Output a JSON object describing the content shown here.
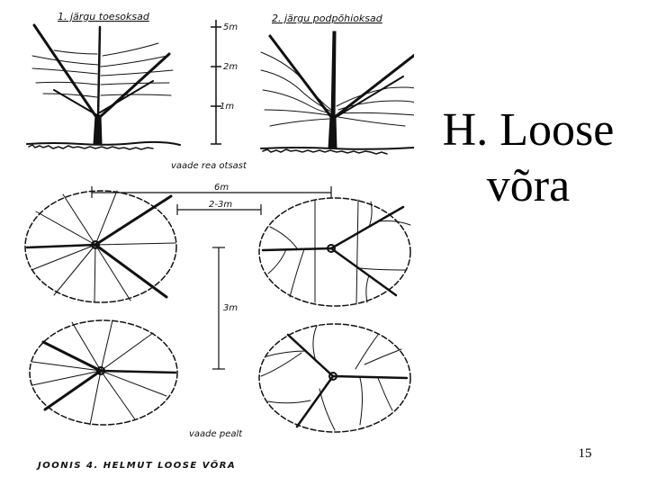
{
  "slide": {
    "title_line1": "H. Loose",
    "title_line2": "võra",
    "page_number": "15"
  },
  "figure": {
    "label_top_left": "1. järgu toesoksad",
    "label_top_right": "2. järgu podpõhioksad",
    "height_5m": "5m",
    "height_2m": "2m",
    "height_1m": "1m",
    "view_along_row": "vaade rea otsast",
    "width_6m": "6m",
    "width_2_3m": "2-3m",
    "depth_3m": "3m",
    "view_from_top": "vaade pealt",
    "caption": "JOONIS 4. HELMUT LOOSE VÕRA"
  }
}
